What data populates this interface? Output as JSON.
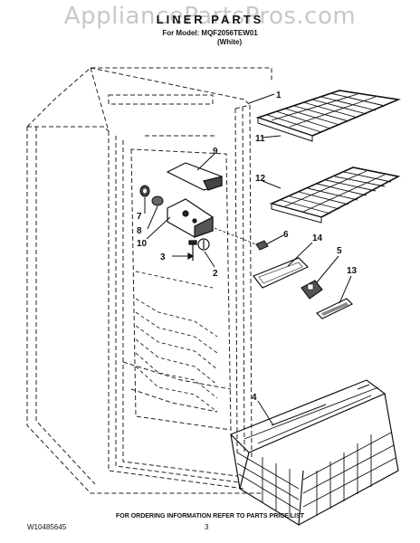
{
  "watermark": "AppliancePartsPros.com",
  "header": {
    "title": "LINER PARTS",
    "model": "For Model: MQF2056TEW01",
    "color": "(White)"
  },
  "callouts": {
    "c1": "1",
    "c2": "2",
    "c3": "3",
    "c4": "4",
    "c5": "5",
    "c6": "6",
    "c7": "7",
    "c8": "8",
    "c9": "9",
    "c10": "10",
    "c11": "11",
    "c12": "12",
    "c13": "13",
    "c14": "14"
  },
  "footer": {
    "note": "FOR ORDERING INFORMATION REFER TO PARTS PRICE LIST",
    "doc_number": "W10485645",
    "page_number": "3"
  }
}
